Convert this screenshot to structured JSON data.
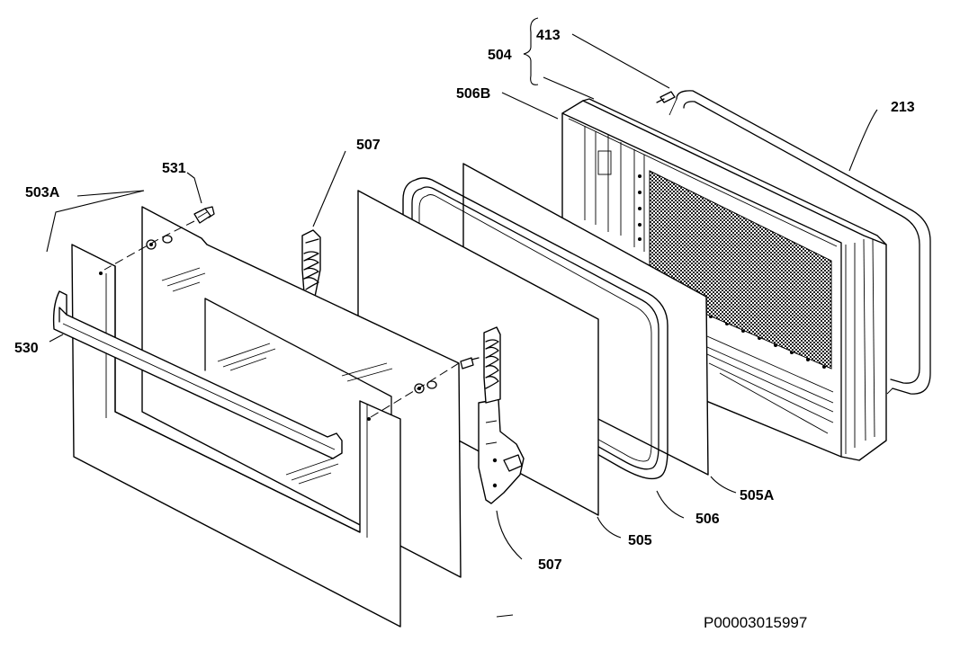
{
  "diagram": {
    "part_labels": {
      "p413": "413",
      "p504": "504",
      "p506B": "506B",
      "p213": "213",
      "p507_top": "507",
      "p531": "531",
      "p503A": "503A",
      "p530": "530",
      "p505A": "505A",
      "p506": "506",
      "p505": "505",
      "p507_bottom": "507"
    },
    "drawing_code": "P00003015997"
  }
}
